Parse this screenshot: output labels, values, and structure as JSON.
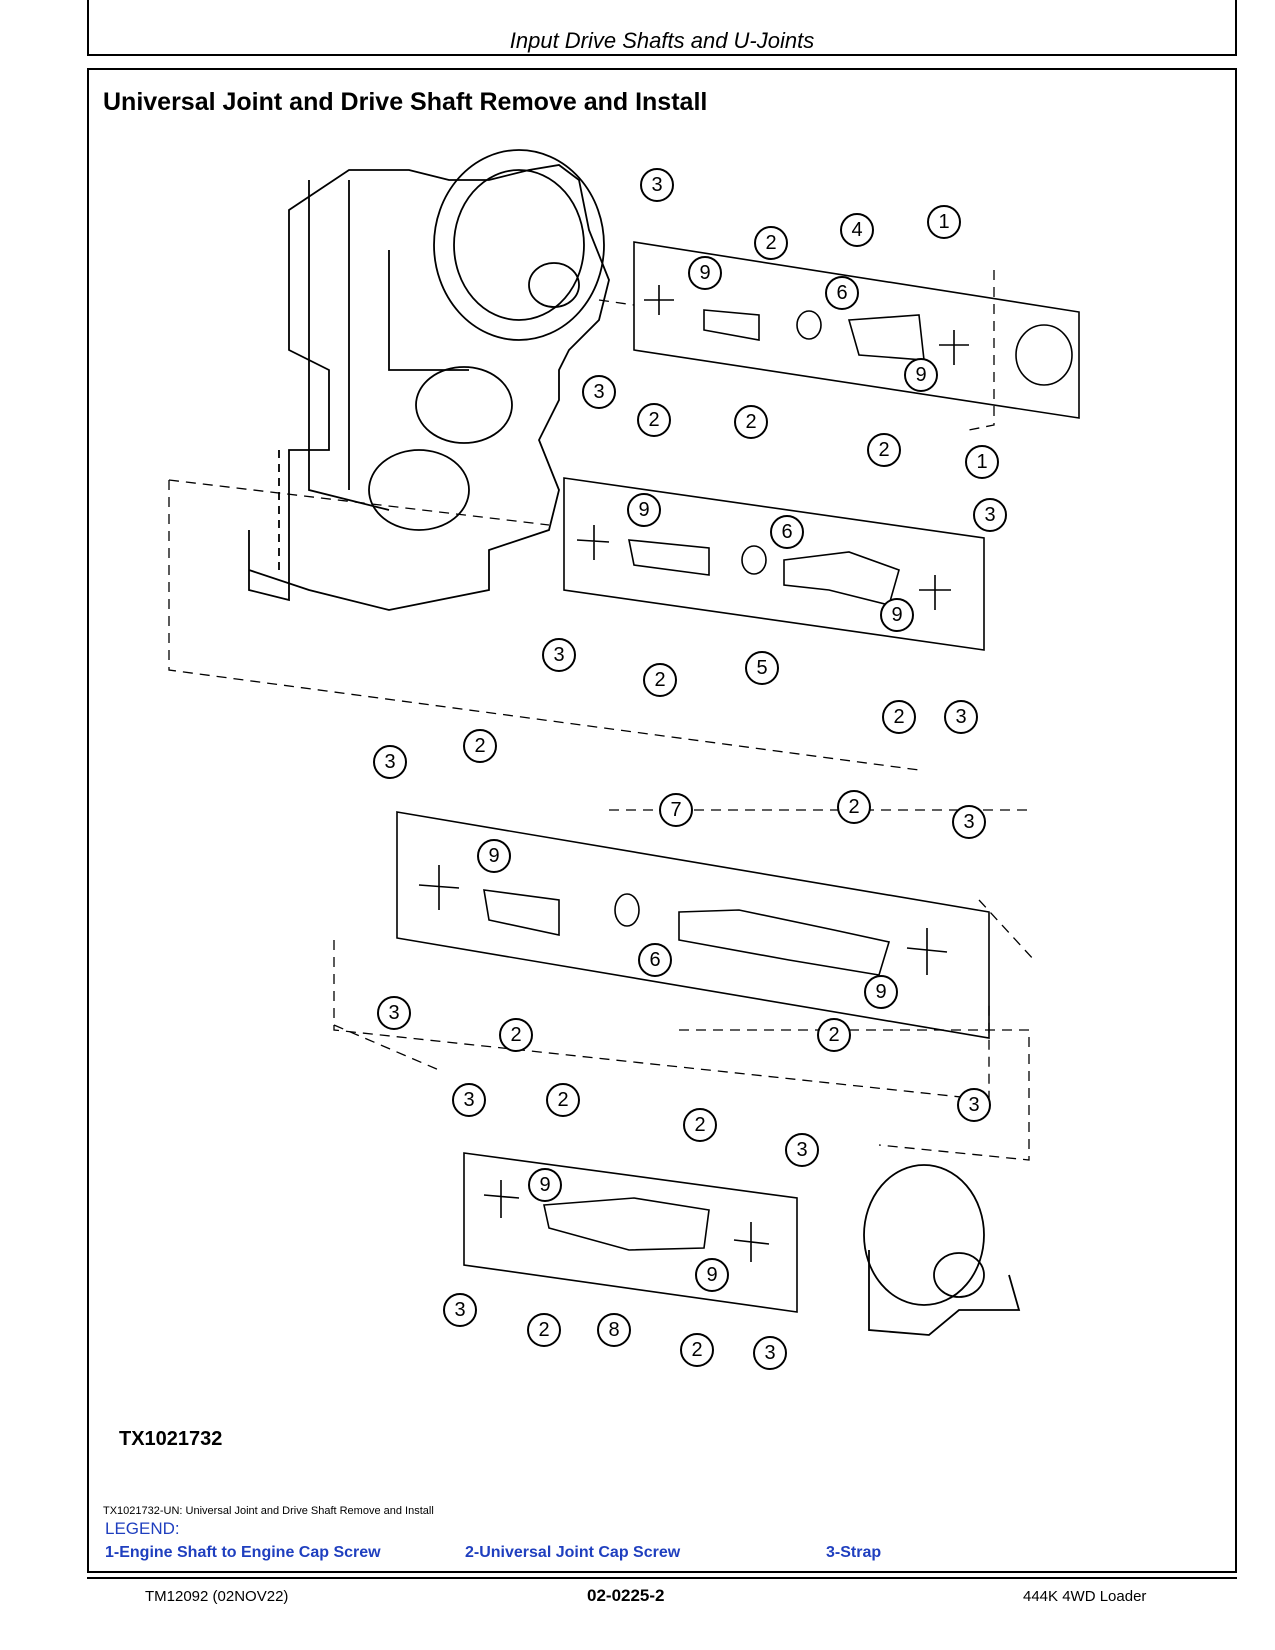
{
  "header": {
    "section_title": "Input Drive Shafts and U-Joints"
  },
  "main": {
    "title": "Universal Joint and Drive Shaft Remove and Install",
    "figure_id": "TX1021732",
    "caption": "TX1021732-UN: Universal Joint and Drive Shaft Remove and Install",
    "callout_labels": [
      "1",
      "2",
      "3",
      "4",
      "5",
      "6",
      "7",
      "8",
      "9"
    ]
  },
  "legend": {
    "title": "LEGEND:",
    "items": [
      "1-Engine Shaft to Engine Cap Screw",
      "2-Universal Joint Cap Screw",
      "3-Strap"
    ]
  },
  "footer": {
    "left": "TM12092 (02NOV22)",
    "center": "02-0225-2",
    "right": "444K 4WD Loader"
  }
}
